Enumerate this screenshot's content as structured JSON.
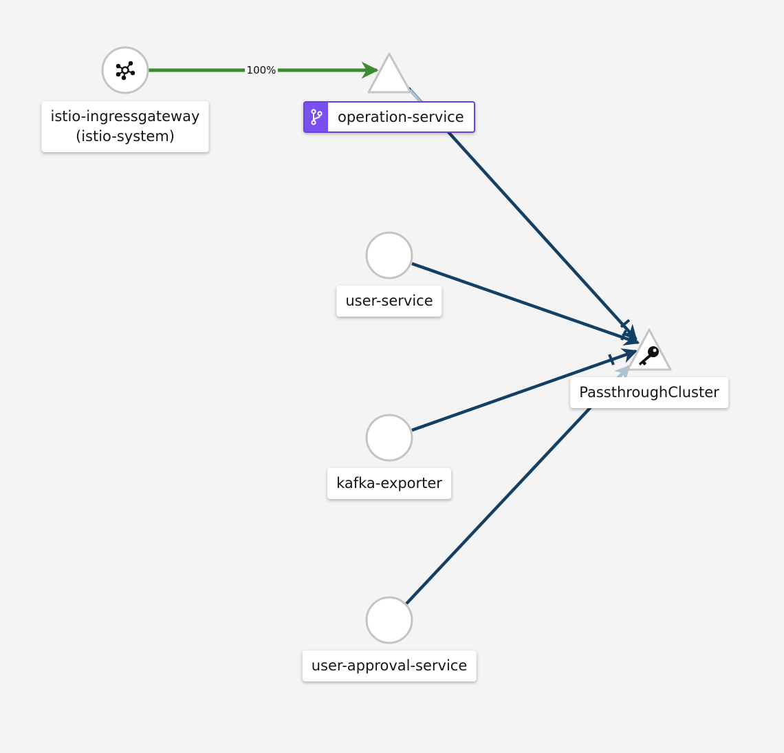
{
  "colors": {
    "background": "#f4f4f4",
    "edge_healthy": "#3c8a32",
    "edge_tcp": "#123f63",
    "edge_light": "#a9c3d3",
    "virtual_service_badge": "#7a4ff0"
  },
  "nodes": [
    {
      "id": "istio-ingressgateway",
      "shape": "circle",
      "icon": "gateway-icon",
      "label_lines": [
        "istio-ingressgateway",
        "(istio-system)"
      ]
    },
    {
      "id": "operation-service",
      "shape": "triangle",
      "icon": "virtual-service-icon",
      "label": "operation-service"
    },
    {
      "id": "user-service",
      "shape": "circle",
      "label": "user-service"
    },
    {
      "id": "kafka-exporter",
      "shape": "circle",
      "label": "kafka-exporter"
    },
    {
      "id": "user-approval-service",
      "shape": "circle",
      "label": "user-approval-service"
    },
    {
      "id": "PassthroughCluster",
      "shape": "triangle",
      "icon": "key-icon",
      "label": "PassthroughCluster"
    }
  ],
  "edges": [
    {
      "from": "istio-ingressgateway",
      "to": "operation-service",
      "label": "100%",
      "color": "green"
    },
    {
      "from": "operation-service",
      "to": "PassthroughCluster",
      "color": "dark-blue"
    },
    {
      "from": "user-service",
      "to": "PassthroughCluster",
      "color": "dark-blue"
    },
    {
      "from": "kafka-exporter",
      "to": "PassthroughCluster",
      "color": "dark-blue"
    },
    {
      "from": "user-approval-service",
      "to": "PassthroughCluster",
      "color": "dark-blue"
    }
  ]
}
